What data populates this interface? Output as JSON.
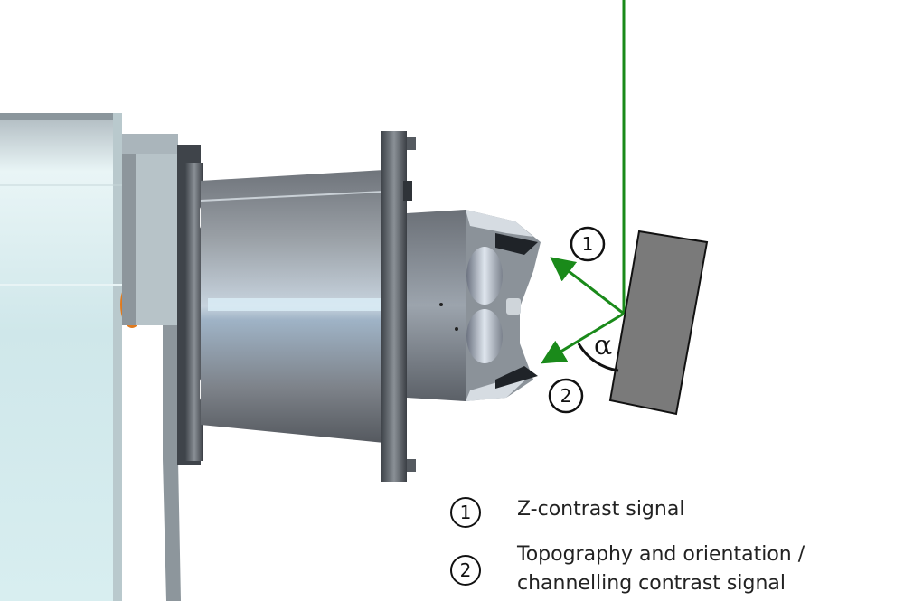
{
  "signals": [
    {
      "number": "1",
      "label": "Z-contrast signal"
    },
    {
      "number": "2",
      "label": "Topography and orientation /\nchannelling contrast signal"
    }
  ],
  "angle_label": "α",
  "colors": {
    "beam": "#1a8a1a",
    "sample": "#7a7a7a",
    "metal_dark": "#4a4e55",
    "metal_light": "#c9d2d6",
    "housing": "#d9eef0",
    "accent_orange": "#e07a1e"
  }
}
